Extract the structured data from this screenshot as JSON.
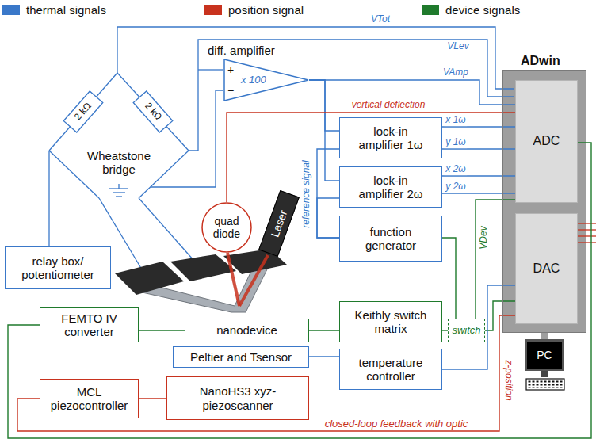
{
  "diagram": {
    "nodes": [
      {
        "text": [
          "ADwin"
        ]
      },
      {
        "text": [
          "ADC"
        ],
        "in": 0
      },
      {
        "text": [
          "DAC"
        ],
        "in": 0
      },
      {
        "text": [
          "diff. amplifier",
          "x 100"
        ]
      },
      {
        "text": [
          "lock-in amplifier 1ω"
        ]
      },
      {
        "text": [
          "lock-in amplifier 2ω"
        ]
      },
      {
        "text": [
          "quad diode"
        ]
      },
      {
        "text": [
          "Laser"
        ]
      },
      {
        "text": [
          "function generator"
        ]
      },
      {
        "text": [
          "relay box/ potentiometer"
        ]
      },
      {
        "text": [
          "FEMTO IV converter"
        ]
      },
      {
        "text": [
          "nanodevice"
        ]
      },
      {
        "text": [
          "Keithly switch matrix"
        ]
      },
      {
        "text": [
          "switch"
        ]
      },
      {
        "text": [
          "Peltier and Tsensor"
        ]
      },
      {
        "text": [
          "temperature controller"
        ]
      },
      {
        "text": [
          "MCL piezocontroller"
        ]
      },
      {
        "text": [
          "NanoHS3 xyz-piezoscanner"
        ]
      },
      {
        "text": [
          "PC"
        ]
      }
    ],
    "edges": [
      {
        "from": 3,
        "to": 1,
        "arrow": "none",
        "label": "VAmp"
      },
      {
        "from": 3,
        "to": 4,
        "arrow": "none"
      },
      {
        "from": 3,
        "to": 5,
        "arrow": "none"
      },
      {
        "from": 8,
        "to": 4,
        "arrow": "none"
      },
      {
        "from": 8,
        "to": 5,
        "arrow": "none"
      },
      {
        "from": 4,
        "to": 1,
        "arrow": "none",
        "label": "x 1ω"
      },
      {
        "from": 4,
        "to": 1,
        "arrow": "none",
        "label": "y 1ω"
      },
      {
        "from": 5,
        "to": 1,
        "arrow": "none",
        "label": "x 2ω"
      },
      {
        "from": 5,
        "to": 1,
        "arrow": "none",
        "label": "y 2ω"
      },
      {
        "from": 6,
        "to": 1,
        "arrow": "none",
        "label": "vertical deflection"
      },
      {
        "from": 8,
        "to": 13,
        "arrow": "none"
      },
      {
        "from": 12,
        "to": 13,
        "arrow": "none"
      },
      {
        "from": 13,
        "to": 1,
        "arrow": "none",
        "label": "VDev"
      },
      {
        "from": 2,
        "to": 13,
        "arrow": "none"
      },
      {
        "from": 11,
        "to": 12,
        "arrow": "none"
      },
      {
        "from": 11,
        "to": 10,
        "arrow": "none"
      },
      {
        "from": 10,
        "to": 1,
        "arrow": "none"
      },
      {
        "from": 14,
        "to": 15,
        "arrow": "none"
      },
      {
        "from": 15,
        "to": 2,
        "arrow": "none"
      },
      {
        "from": 16,
        "to": 17,
        "arrow": "none"
      },
      {
        "from": 16,
        "to": 2,
        "arrow": "none",
        "label": "closed-loop feedback with optic"
      },
      {
        "from": 0,
        "to": 18,
        "arrow": "none"
      }
    ],
    "labels": [
      "Wheatstone bridge",
      "2 kΩ",
      "2 kΩ",
      "+",
      "−",
      "VTot",
      "VLev",
      "reference signal",
      "z-position"
    ],
    "legend": [
      {
        "text": "thermal signals",
        "color": "#3a78c9"
      },
      {
        "text": "position signal",
        "color": "#c8321e"
      },
      {
        "text": "device signals",
        "color": "#1f7a2c"
      }
    ]
  }
}
